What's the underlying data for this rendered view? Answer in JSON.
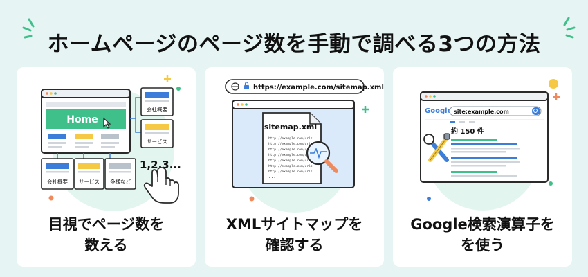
{
  "title": "ホームページのページ数を手動で調べる3つの方法",
  "methods": [
    {
      "label_line1": "目視でページ数を",
      "label_line2": "数える",
      "home_label": "Home",
      "page_right_1": "会社概要",
      "page_right_2": "サービス",
      "page_bottom_1": "会社概要",
      "page_bottom_2": "サービス",
      "page_bottom_3": "多様など",
      "count_text": "1,2,3..."
    },
    {
      "label_line1": "XMLサイトマップを",
      "label_line2": "確認する",
      "url": "https://example.com/sitemap.xml",
      "file_name": "sitemap.xml",
      "file_line": "http://example.com/urls",
      "file_dots": "..."
    },
    {
      "label_line1": "Google検索演算子を",
      "label_line2": "を使う",
      "google_logo": "Google",
      "search_query": "site:example.com",
      "result_count": "約 150 件"
    }
  ],
  "colors": {
    "background": "#e6f5f3",
    "accent_green": "#3fbf8a",
    "accent_blue": "#3b7dd8",
    "accent_yellow": "#f6c944",
    "accent_orange": "#f08a5d"
  }
}
